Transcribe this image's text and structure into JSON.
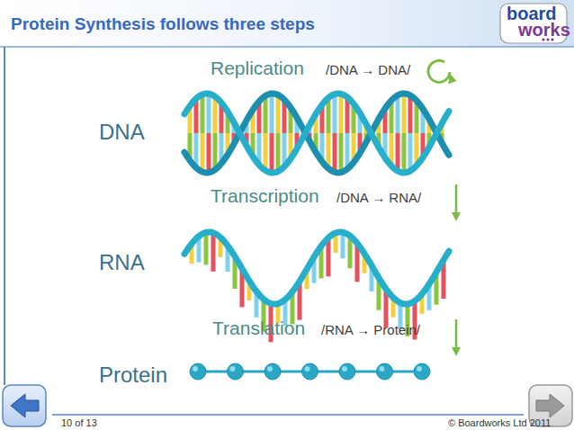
{
  "diagram": {
    "title": "Protein Synthesis follows three steps",
    "labels": [
      "Replication",
      "/DNA → DNA/",
      "DNA",
      "Transcription",
      "/DNA → RNA/",
      "RNA",
      "Translation",
      "/RNA → Protein/",
      "Protein",
      "board",
      "works",
      "10 of 13",
      "© Boardworks Ltd 2011"
    ]
  }
}
